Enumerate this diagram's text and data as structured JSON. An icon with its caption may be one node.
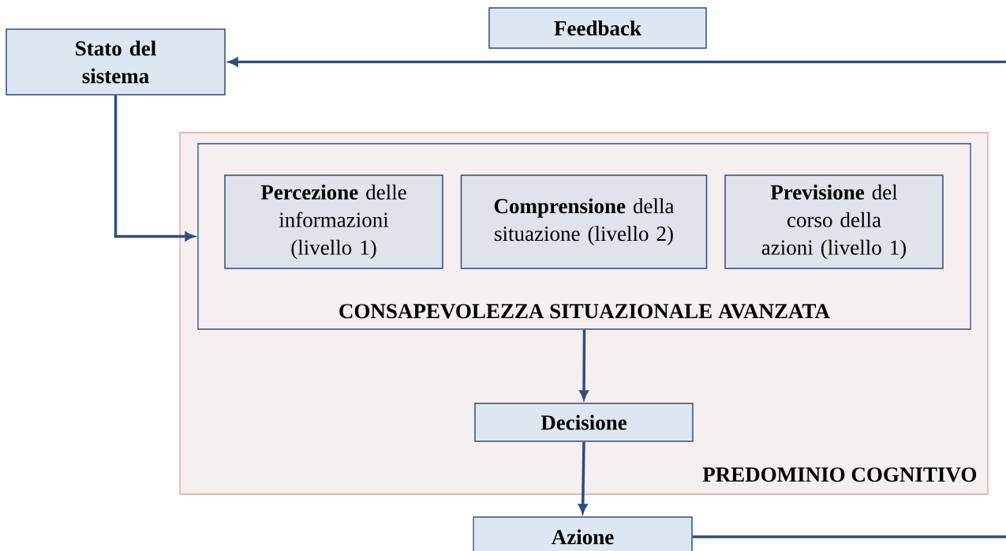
{
  "diagram": {
    "nodes": [
      {
        "text": [
          "Stato del sistema"
        ]
      },
      {
        "text": [
          "Feedback"
        ]
      },
      {
        "text": [
          "PREDOMINIO COGNITIVO"
        ]
      },
      {
        "text": [
          "CONSAPEVOLEZZA SITUAZIONALE AVANZATA"
        ],
        "in": 2
      },
      {
        "text": [
          "**Percezione** delle informazioni (livello 1)"
        ],
        "in": 3
      },
      {
        "text": [
          "**Comprensione** della situazione (livello 2)"
        ],
        "in": 3
      },
      {
        "text": [
          "**Previsione** del corso della azioni (livello 1)"
        ],
        "in": 3
      },
      {
        "text": [
          "Decisione"
        ],
        "in": 2
      },
      {
        "text": [
          "Azione"
        ]
      }
    ],
    "edges": [
      {
        "from": null,
        "to": 0,
        "arrow": "to"
      },
      {
        "from": 0,
        "to": 3,
        "arrow": "to"
      },
      {
        "from": 3,
        "to": 7,
        "arrow": "to"
      },
      {
        "from": 7,
        "to": 8,
        "arrow": "to"
      },
      {
        "from": 8,
        "to": null,
        "arrow": "none"
      }
    ]
  }
}
